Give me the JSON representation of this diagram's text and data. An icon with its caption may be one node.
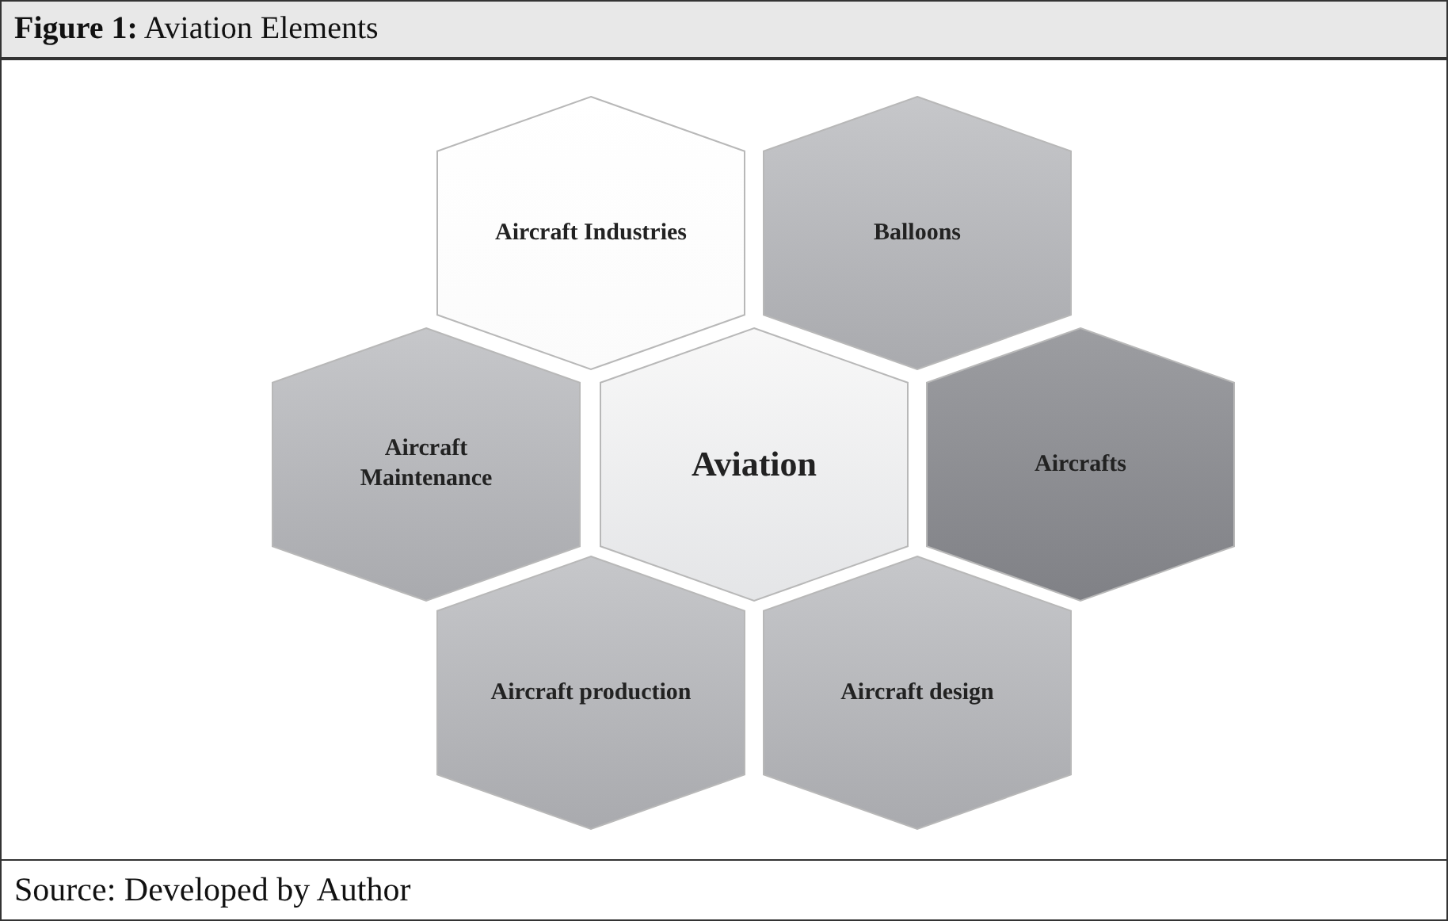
{
  "diagram": {
    "title": "**Figure 1:** Aviation Elements",
    "caption": "Source: Developed by Author",
    "nodes": [
      {
        "text": [
          "Aircraft Industries"
        ]
      },
      {
        "text": [
          "Balloons"
        ]
      },
      {
        "text": [
          "Aircraft Maintenance"
        ]
      },
      {
        "text": [
          "Aviation"
        ]
      },
      {
        "text": [
          "Aircrafts"
        ]
      },
      {
        "text": [
          "Aircraft production"
        ]
      },
      {
        "text": [
          "Aircraft design"
        ]
      }
    ]
  }
}
